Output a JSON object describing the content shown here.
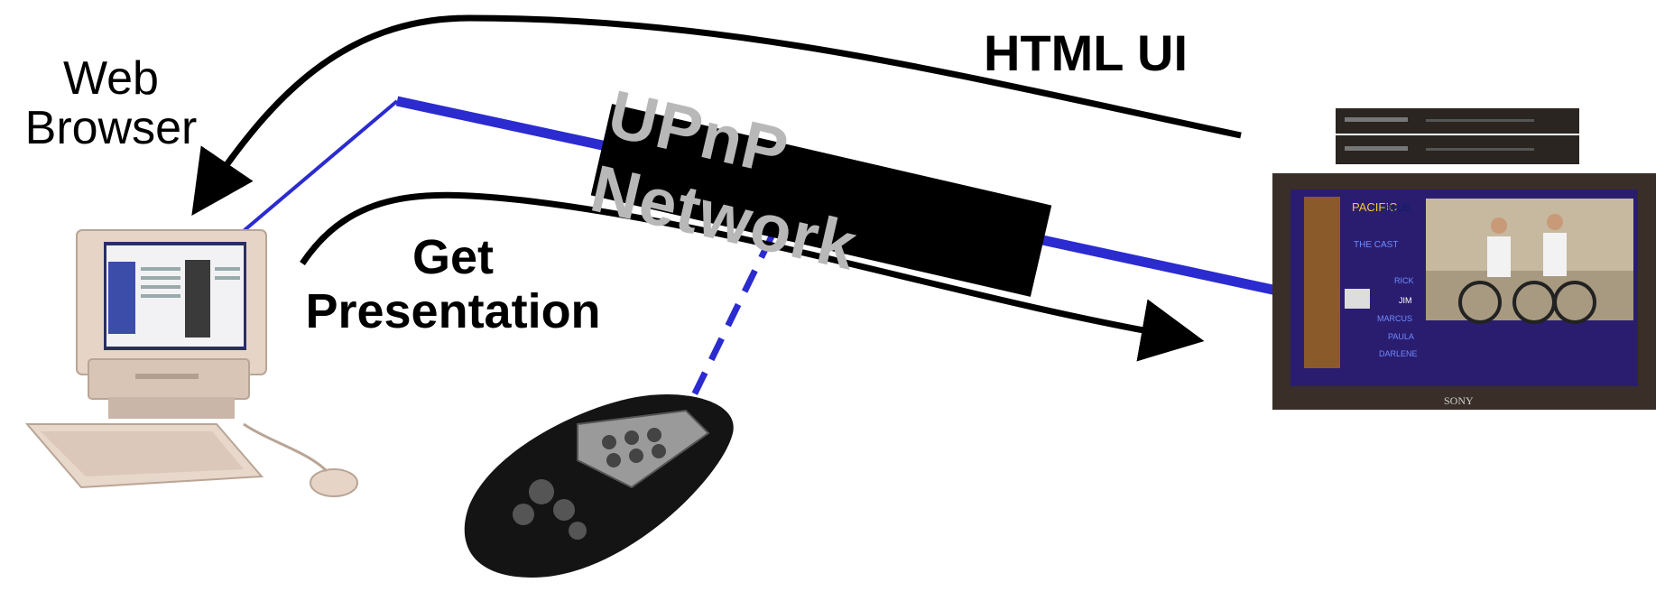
{
  "labels": {
    "web_browser_line1": "Web",
    "web_browser_line2": "Browser",
    "html_ui": "HTML UI",
    "get_line1": "Get",
    "get_line2": "Presentation",
    "network": "UPnP Network"
  },
  "tv": {
    "brand": "SONY",
    "screen_title": "PACIFIC",
    "screen_badge": "BLUE",
    "menu_items": [
      "THE CAST",
      "RICK",
      "JIM",
      "MARCUS",
      "PAULA",
      "DARLENE"
    ]
  },
  "colors": {
    "network_line": "#2b2bd0",
    "arrow": "#000000",
    "network_box_bg": "#000000",
    "network_text": "#b8b8b8"
  }
}
